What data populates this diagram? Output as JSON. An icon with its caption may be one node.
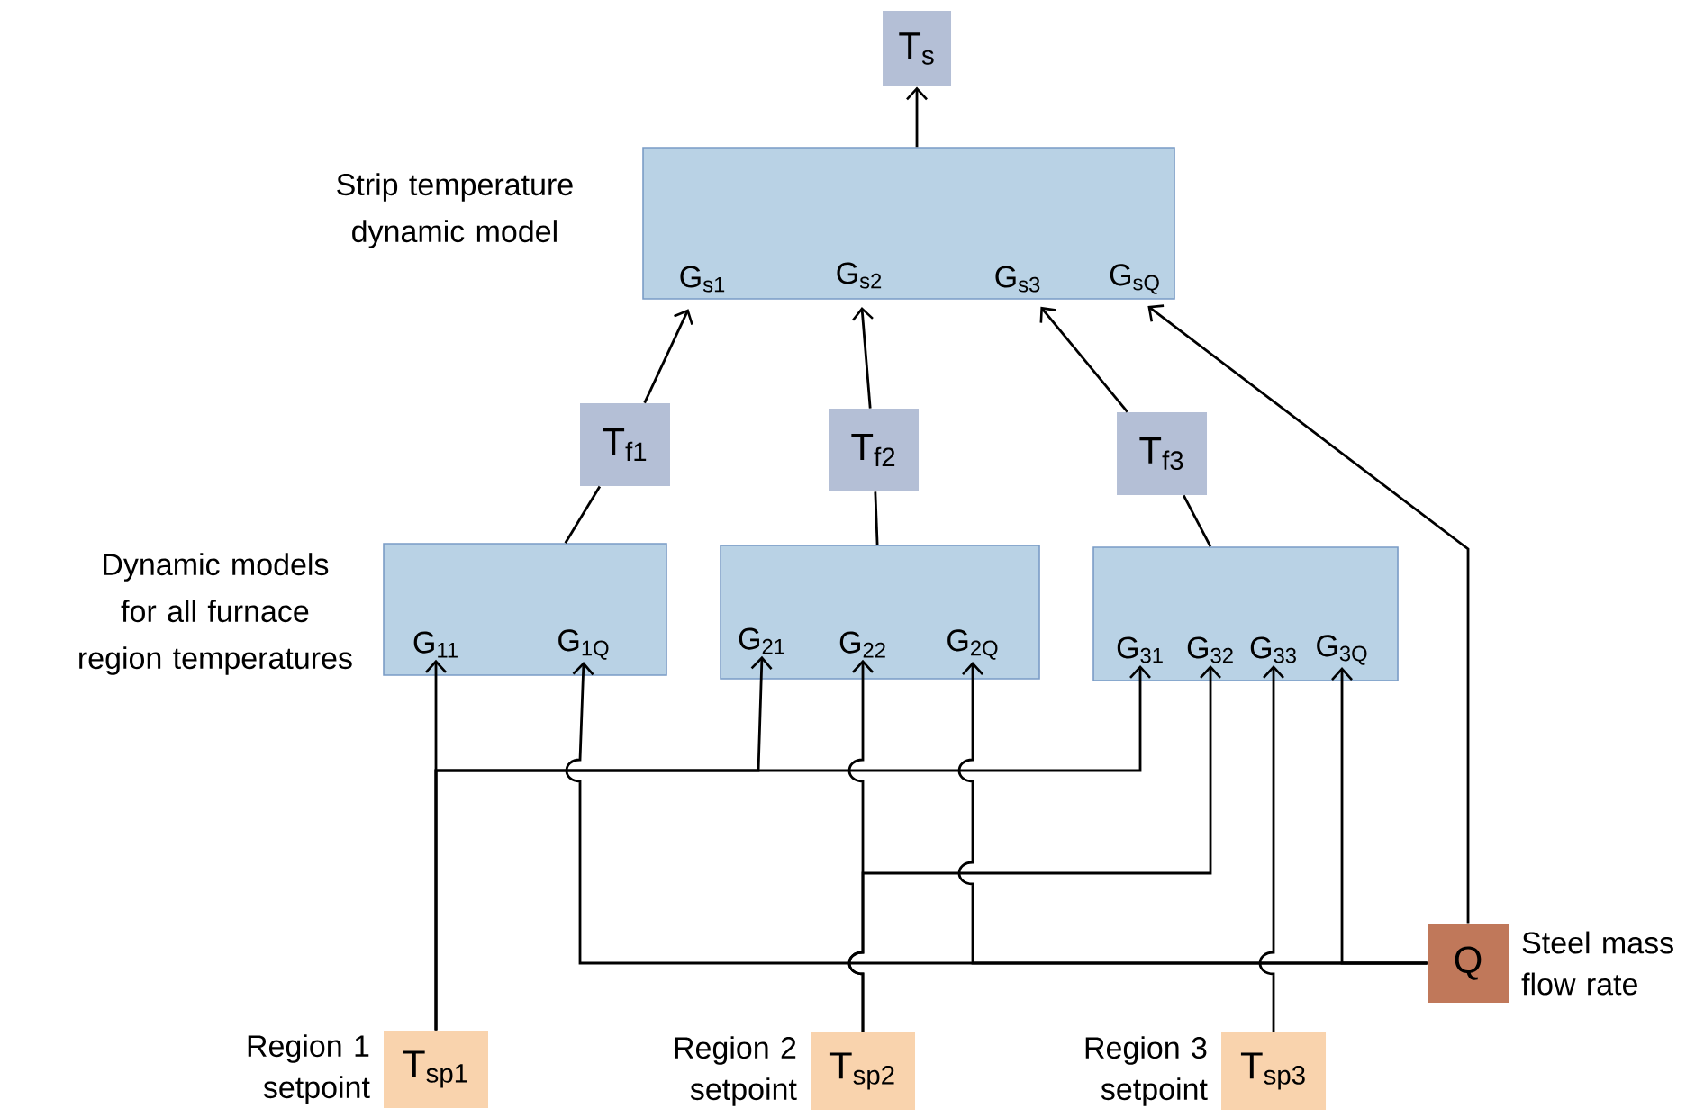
{
  "diagram": {
    "nodes": [
      {
        "text": [
          "T$_{s}$"
        ]
      },
      {
        "text": [
          "Strip temperature dynamic model"
        ]
      },
      {
        "text": [
          "G$_{s1}$"
        ],
        "in": 1
      },
      {
        "text": [
          "G$_{s2}$"
        ],
        "in": 1
      },
      {
        "text": [
          "G$_{s3}$"
        ],
        "in": 1
      },
      {
        "text": [
          "G$_{sQ}$"
        ],
        "in": 1
      },
      {
        "text": [
          "T$_{f1}$"
        ]
      },
      {
        "text": [
          "T$_{f2}$"
        ]
      },
      {
        "text": [
          "T$_{f3}$"
        ]
      },
      {
        "text": [
          "Dynamic models for all furnace region temperatures"
        ]
      },
      {
        "text": [
          "G$_{11}$"
        ],
        "in": 9
      },
      {
        "text": [
          "G$_{1Q}$"
        ],
        "in": 9
      },
      {
        "text": [],
        "shape": "box"
      },
      {
        "text": [
          "G$_{21}$"
        ],
        "in": 12
      },
      {
        "text": [
          "G$_{22}$"
        ],
        "in": 12
      },
      {
        "text": [
          "G$_{2Q}$"
        ],
        "in": 12
      },
      {
        "text": [],
        "shape": "box"
      },
      {
        "text": [
          "G$_{31}$"
        ],
        "in": 16
      },
      {
        "text": [
          "G$_{32}$"
        ],
        "in": 16
      },
      {
        "text": [
          "G$_{33}$"
        ],
        "in": 16
      },
      {
        "text": [
          "G$_{3Q}$"
        ],
        "in": 16
      },
      {
        "text": [
          "T$_{sp1}$"
        ],
        "beside": [
          "Region 1 setpoint"
        ]
      },
      {
        "text": [
          "T$_{sp2}$"
        ],
        "beside": [
          "Region 2 setpoint"
        ]
      },
      {
        "text": [
          "T$_{sp3}$"
        ],
        "beside": [
          "Region 3 setpoint"
        ]
      },
      {
        "text": [
          "Q"
        ],
        "beside": [
          "Steel mass flow rate"
        ]
      }
    ],
    "edges": [
      {
        "from": 1,
        "to": 0,
        "arrow": "to"
      },
      {
        "from": 6,
        "to": 2,
        "arrow": "to"
      },
      {
        "from": 7,
        "to": 3,
        "arrow": "to"
      },
      {
        "from": 8,
        "to": 4,
        "arrow": "to"
      },
      {
        "from": 24,
        "to": 5,
        "arrow": "to"
      },
      {
        "from": 9,
        "to": 6,
        "arrow": "none"
      },
      {
        "from": 12,
        "to": 7,
        "arrow": "none"
      },
      {
        "from": 16,
        "to": 8,
        "arrow": "none"
      },
      {
        "from": 21,
        "to": 10,
        "arrow": "to"
      },
      {
        "from": 21,
        "to": 13,
        "arrow": "to"
      },
      {
        "from": 21,
        "to": 17,
        "arrow": "to"
      },
      {
        "from": 22,
        "to": 14,
        "arrow": "to"
      },
      {
        "from": 22,
        "to": 18,
        "arrow": "to"
      },
      {
        "from": 23,
        "to": 19,
        "arrow": "to"
      },
      {
        "from": 24,
        "to": 11,
        "arrow": "to"
      },
      {
        "from": 24,
        "to": 15,
        "arrow": "to"
      },
      {
        "from": 24,
        "to": 20,
        "arrow": "to"
      }
    ]
  }
}
